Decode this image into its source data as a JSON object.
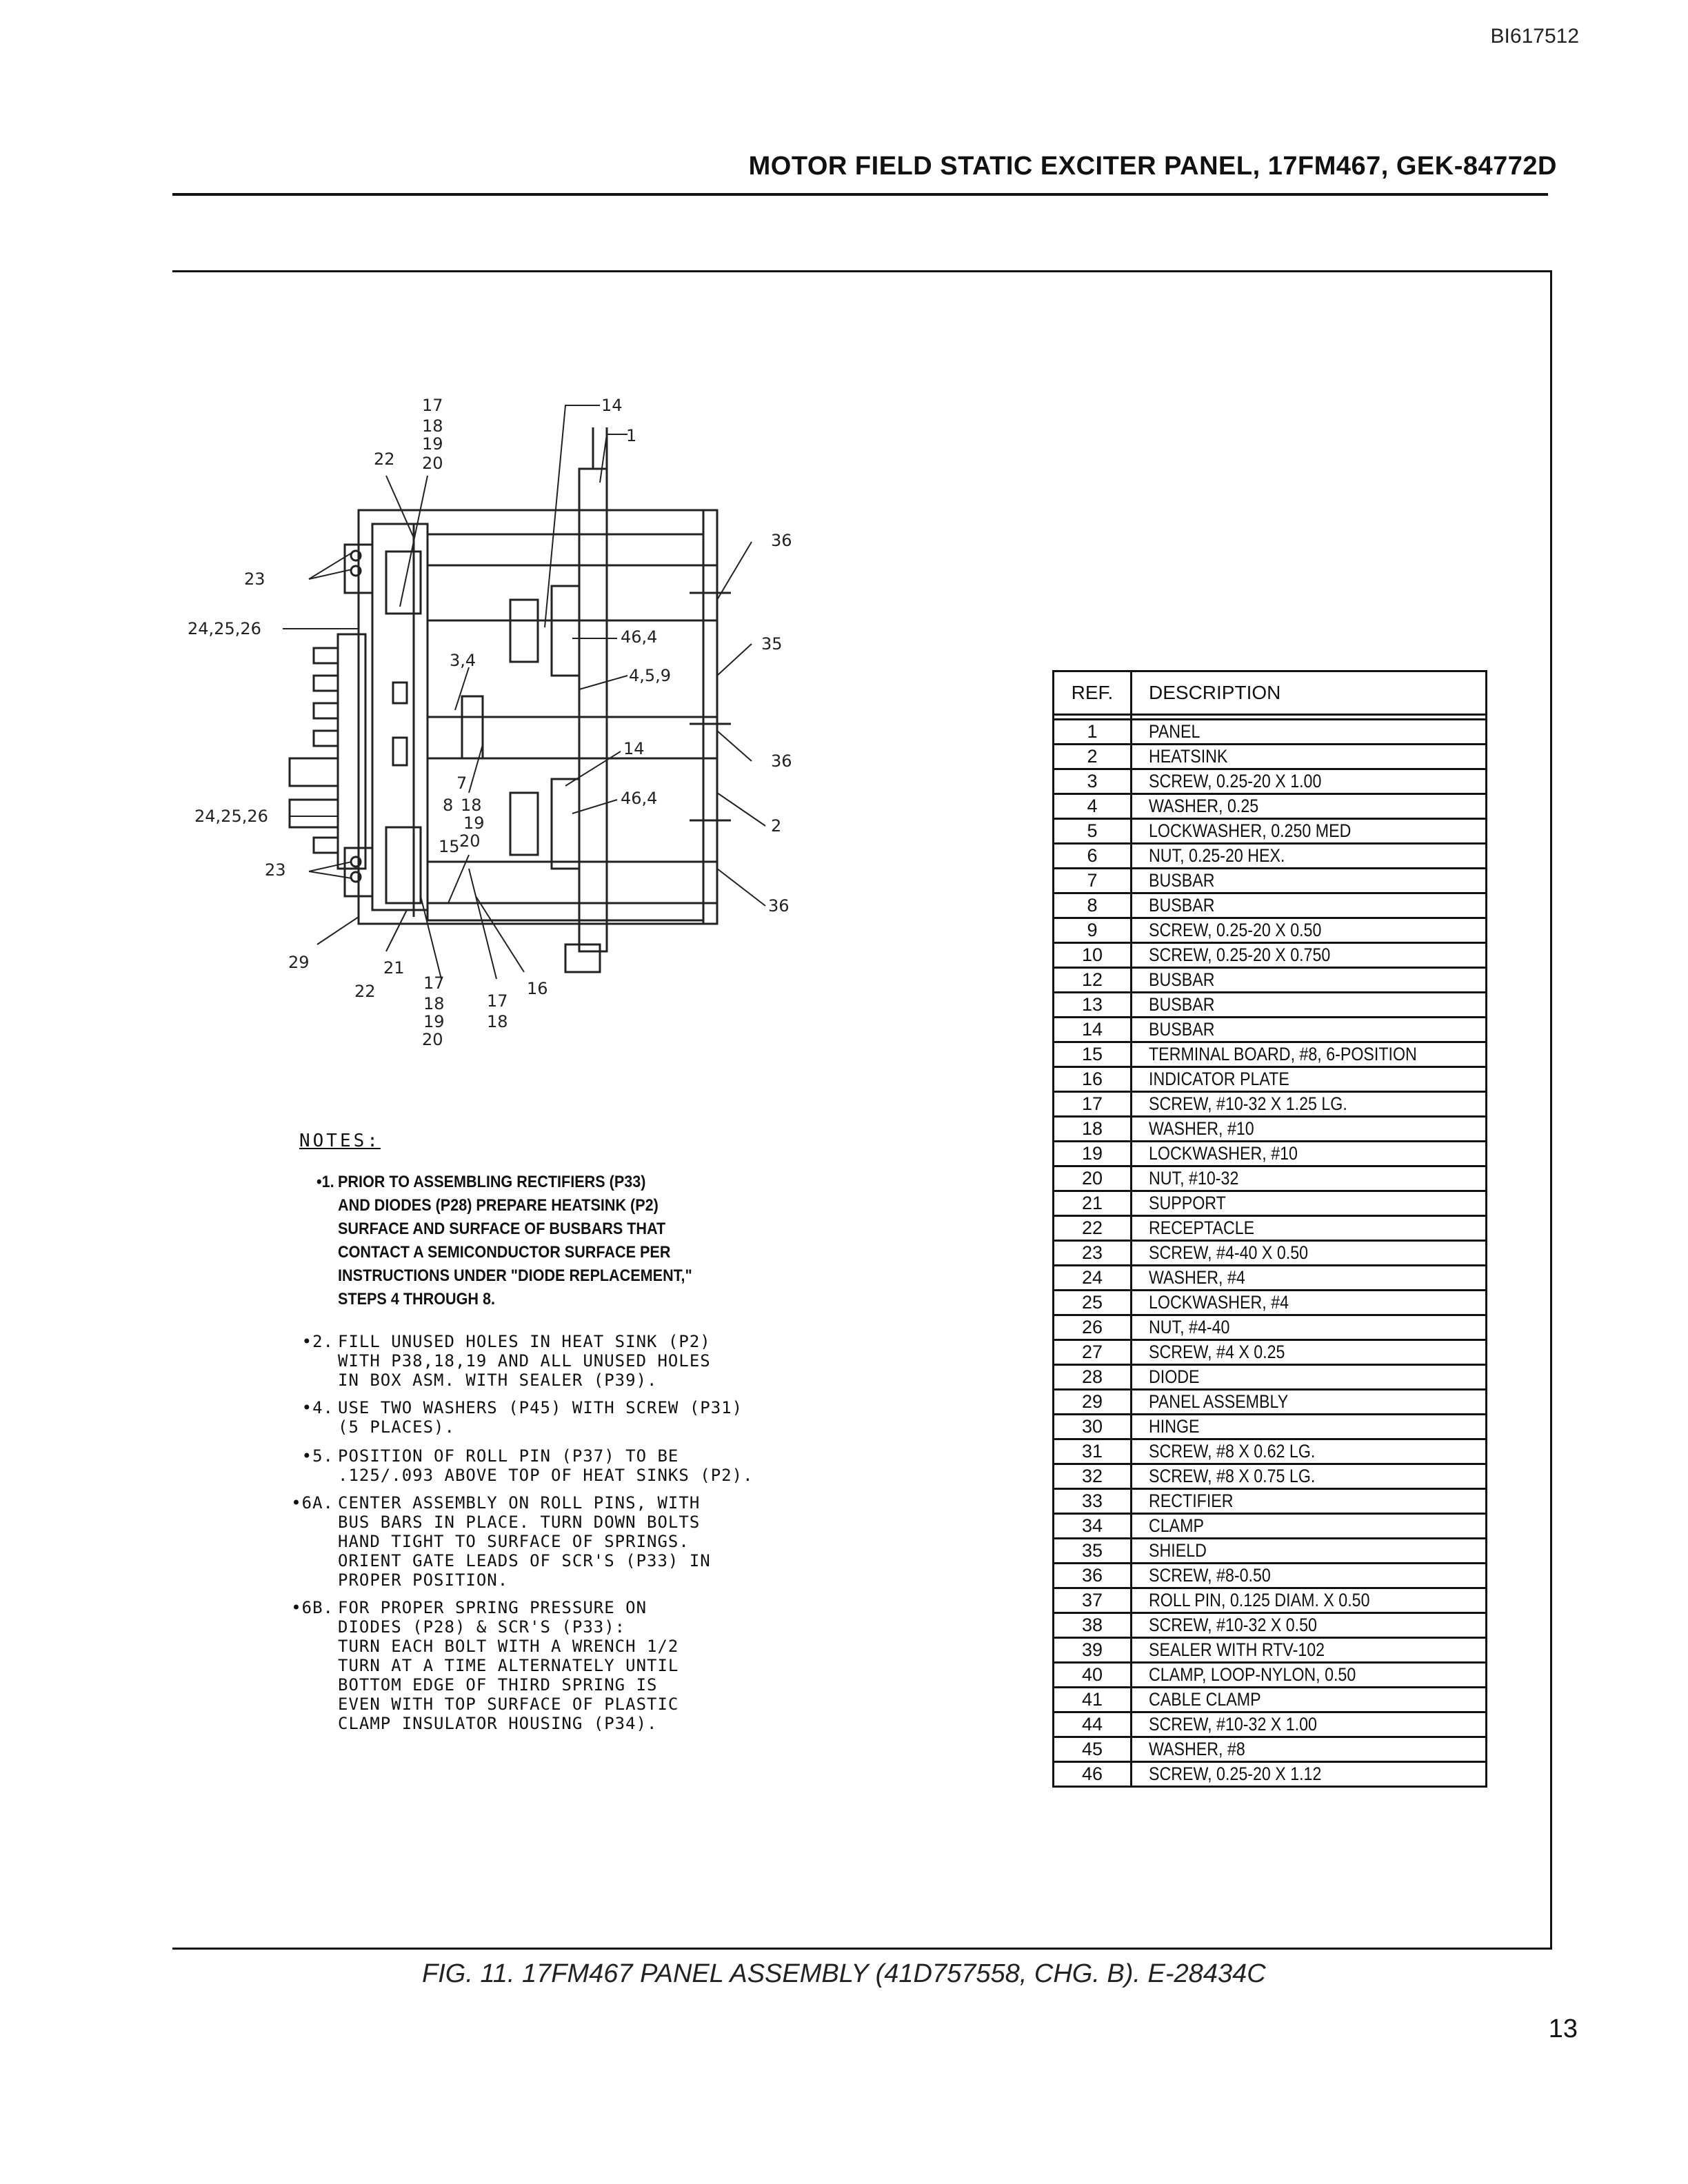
{
  "document_id": "BI617512",
  "header_title": "MOTOR FIELD STATIC EXCITER PANEL, 17FM467, GEK-84772D",
  "diagram": {
    "callouts": {
      "c17a": "17",
      "c18a": "18",
      "c19a": "19",
      "c22a": "22",
      "c20a": "20",
      "c14a": "14",
      "c1": "1",
      "c36a": "36",
      "c23a": "23",
      "c242526a": "24,25,26",
      "c464a": "46,4",
      "c35": "35",
      "c34": "3,4",
      "c459": "4,5,9",
      "c14b": "14",
      "c36b": "36",
      "c464b": "46,4",
      "c7": "7",
      "c8": "8",
      "c18b": "18",
      "c19b": "19",
      "c15": "15",
      "c20b": "20",
      "c242526b": "24,25,26",
      "c2": "2",
      "c23b": "23",
      "c36c": "36",
      "c29": "29",
      "c21": "21",
      "c22b": "22",
      "c17b": "17",
      "c18c": "18",
      "c19c": "19",
      "c20c": "20",
      "c17c": "17",
      "c18d": "18",
      "c16": "16"
    }
  },
  "notes": {
    "title": "NOTES:",
    "items": [
      {
        "marker": "•1.",
        "text": "PRIOR TO ASSEMBLING RECTIFIERS (P33)\nAND DIODES (P28) PREPARE HEATSINK (P2)\nSURFACE AND SURFACE OF BUSBARS THAT\nCONTACT A SEMICONDUCTOR SURFACE PER\nINSTRUCTIONS UNDER \"DIODE REPLACEMENT,\"\nSTEPS 4 THROUGH 8."
      },
      {
        "marker": "•2.",
        "text": "FILL UNUSED HOLES IN HEAT SINK (P2)\nWITH P38,18,19 AND ALL UNUSED HOLES\nIN BOX ASM. WITH SEALER (P39)."
      },
      {
        "marker": "•4.",
        "text": "USE TWO WASHERS (P45) WITH SCREW (P31)\n(5 PLACES)."
      },
      {
        "marker": "•5.",
        "text": "POSITION OF ROLL PIN (P37) TO BE\n.125/.093 ABOVE TOP OF HEAT SINKS (P2)."
      },
      {
        "marker": "•6A.",
        "text": "CENTER ASSEMBLY ON ROLL PINS, WITH\nBUS BARS IN PLACE. TURN DOWN BOLTS\nHAND TIGHT TO SURFACE OF SPRINGS.\nORIENT GATE LEADS OF SCR'S (P33) IN\nPROPER POSITION."
      },
      {
        "marker": "•6B.",
        "text": "FOR PROPER SPRING PRESSURE ON\nDIODES (P28) & SCR'S (P33):\nTURN EACH BOLT WITH A WRENCH 1/2\nTURN AT A TIME ALTERNATELY UNTIL\nBOTTOM EDGE OF THIRD SPRING IS\nEVEN WITH TOP SURFACE OF PLASTIC\nCLAMP INSULATOR HOUSING (P34)."
      }
    ]
  },
  "parts_table": {
    "headers": {
      "ref": "REF.",
      "description": "DESCRIPTION"
    },
    "rows": [
      {
        "ref": "1",
        "desc": "PANEL"
      },
      {
        "ref": "2",
        "desc": "HEATSINK"
      },
      {
        "ref": "3",
        "desc": "SCREW, 0.25-20 X 1.00"
      },
      {
        "ref": "4",
        "desc": "WASHER, 0.25"
      },
      {
        "ref": "5",
        "desc": "LOCKWASHER, 0.250 MED"
      },
      {
        "ref": "6",
        "desc": "NUT, 0.25-20 HEX."
      },
      {
        "ref": "7",
        "desc": "BUSBAR"
      },
      {
        "ref": "8",
        "desc": "BUSBAR"
      },
      {
        "ref": "9",
        "desc": "SCREW, 0.25-20 X 0.50"
      },
      {
        "ref": "10",
        "desc": "SCREW, 0.25-20 X 0.750"
      },
      {
        "ref": "12",
        "desc": "BUSBAR"
      },
      {
        "ref": "13",
        "desc": "BUSBAR"
      },
      {
        "ref": "14",
        "desc": "BUSBAR"
      },
      {
        "ref": "15",
        "desc": "TERMINAL BOARD, #8, 6-POSITION"
      },
      {
        "ref": "16",
        "desc": "INDICATOR PLATE"
      },
      {
        "ref": "17",
        "desc": "SCREW, #10-32 X 1.25 LG."
      },
      {
        "ref": "18",
        "desc": "WASHER, #10"
      },
      {
        "ref": "19",
        "desc": "LOCKWASHER, #10"
      },
      {
        "ref": "20",
        "desc": "NUT, #10-32"
      },
      {
        "ref": "21",
        "desc": "SUPPORT"
      },
      {
        "ref": "22",
        "desc": "RECEPTACLE"
      },
      {
        "ref": "23",
        "desc": "SCREW, #4-40 X 0.50"
      },
      {
        "ref": "24",
        "desc": "WASHER, #4"
      },
      {
        "ref": "25",
        "desc": "LOCKWASHER, #4"
      },
      {
        "ref": "26",
        "desc": "NUT, #4-40"
      },
      {
        "ref": "27",
        "desc": "SCREW, #4 X 0.25"
      },
      {
        "ref": "28",
        "desc": "DIODE"
      },
      {
        "ref": "29",
        "desc": "PANEL ASSEMBLY"
      },
      {
        "ref": "30",
        "desc": "HINGE"
      },
      {
        "ref": "31",
        "desc": "SCREW, #8 X 0.62 LG."
      },
      {
        "ref": "32",
        "desc": "SCREW, #8 X 0.75 LG."
      },
      {
        "ref": "33",
        "desc": "RECTIFIER"
      },
      {
        "ref": "34",
        "desc": "CLAMP"
      },
      {
        "ref": "35",
        "desc": "SHIELD"
      },
      {
        "ref": "36",
        "desc": "SCREW, #8-0.50"
      },
      {
        "ref": "37",
        "desc": "ROLL PIN, 0.125 DIAM. X 0.50"
      },
      {
        "ref": "38",
        "desc": "SCREW, #10-32 X 0.50"
      },
      {
        "ref": "39",
        "desc": "SEALER WITH RTV-102"
      },
      {
        "ref": "40",
        "desc": "CLAMP, LOOP-NYLON, 0.50"
      },
      {
        "ref": "41",
        "desc": "CABLE CLAMP"
      },
      {
        "ref": "44",
        "desc": "SCREW, #10-32 X 1.00"
      },
      {
        "ref": "45",
        "desc": "WASHER, #8"
      },
      {
        "ref": "46",
        "desc": "SCREW, 0.25-20 X 1.12"
      }
    ]
  },
  "caption": "FIG. 11. 17FM467 PANEL ASSEMBLY (41D757558, CHG. B). E-28434C",
  "page_number": "13"
}
